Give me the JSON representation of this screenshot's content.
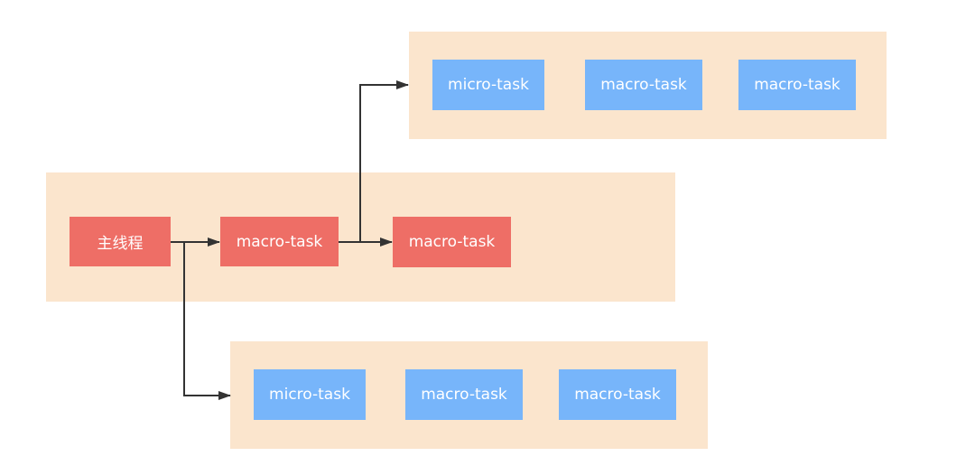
{
  "colors": {
    "group_bg": "#fbe5cd",
    "main_node": "#ee6e66",
    "queue_node": "#77b5fa",
    "arrow": "#333333"
  },
  "main_row": {
    "main_thread": "主线程",
    "current_task": "macro-task",
    "next_task": "macro-task"
  },
  "top_queue": {
    "items": [
      "micro-task",
      "macro-task",
      "macro-task"
    ]
  },
  "bottom_queue": {
    "items": [
      "micro-task",
      "macro-task",
      "macro-task"
    ]
  }
}
